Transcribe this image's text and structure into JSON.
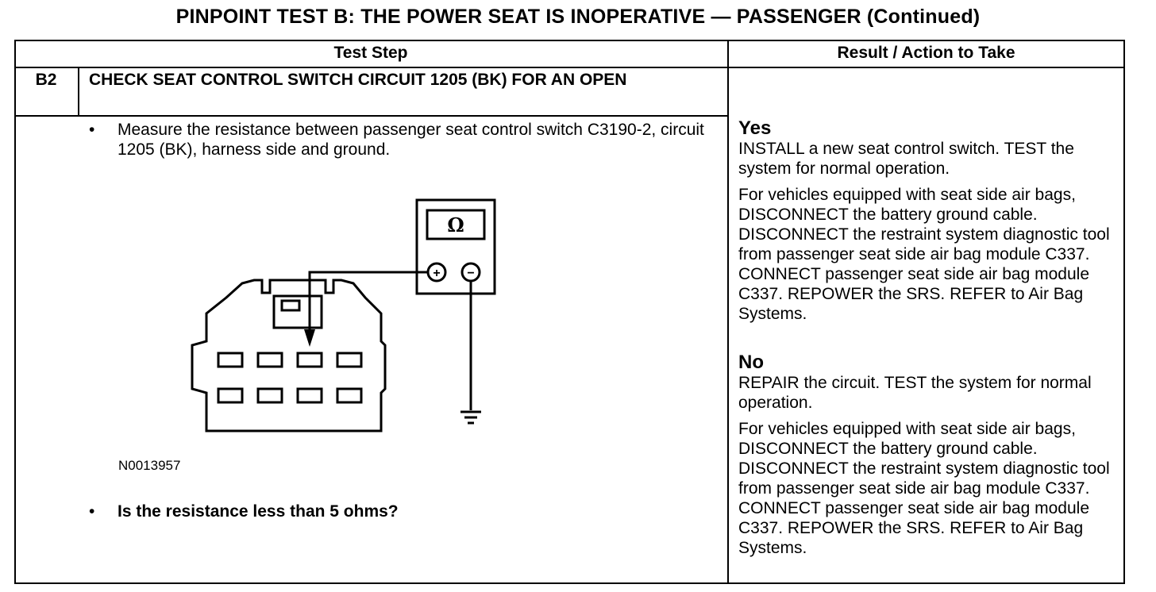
{
  "title": "PINPOINT TEST  B: THE POWER SEAT IS INOPERATIVE — PASSENGER (Continued)",
  "table": {
    "col_test_step": "Test Step",
    "col_result": "Result / Action to Take"
  },
  "step": {
    "id": "B2",
    "title": "CHECK SEAT CONTROL SWITCH CIRCUIT 1205 (BK) FOR AN OPEN",
    "bullet_symbol": "•",
    "instruction": "Measure the resistance between passenger seat control switch C3190-2, circuit 1205 (BK), harness side and ground.",
    "figure_id": "N0013957",
    "question": "Is the resistance less than 5 ohms?"
  },
  "diagram": {
    "meter_symbol": "Ω",
    "plus": "+",
    "minus": "−"
  },
  "results": {
    "yes_label": "Yes",
    "yes_action": "INSTALL a new seat control switch. TEST the system for normal operation.",
    "yes_note": "For vehicles equipped with seat side air bags, DISCONNECT the battery ground cable. DISCONNECT the restraint system diagnostic tool from passenger seat side air bag module C337. CONNECT passenger seat side air bag module C337. REPOWER the SRS.  REFER to Air Bag Systems.",
    "no_label": "No",
    "no_action": "REPAIR the circuit. TEST the system for normal operation.",
    "no_note": "For vehicles equipped with seat side air bags, DISCONNECT the battery ground cable. DISCONNECT the restraint system diagnostic tool from passenger seat side air bag module C337. CONNECT passenger seat side air bag module C337. REPOWER the SRS.  REFER to Air Bag Systems."
  }
}
